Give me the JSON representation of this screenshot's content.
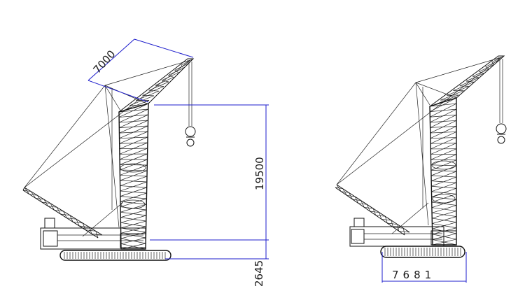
{
  "dimensions": {
    "jib_length": "7000",
    "lift_height": "19500",
    "track_height": "2645",
    "track_length": "7681"
  },
  "colors": {
    "line": "#111111",
    "dimension_line": "#1d1dcc",
    "background": "#ffffff"
  }
}
